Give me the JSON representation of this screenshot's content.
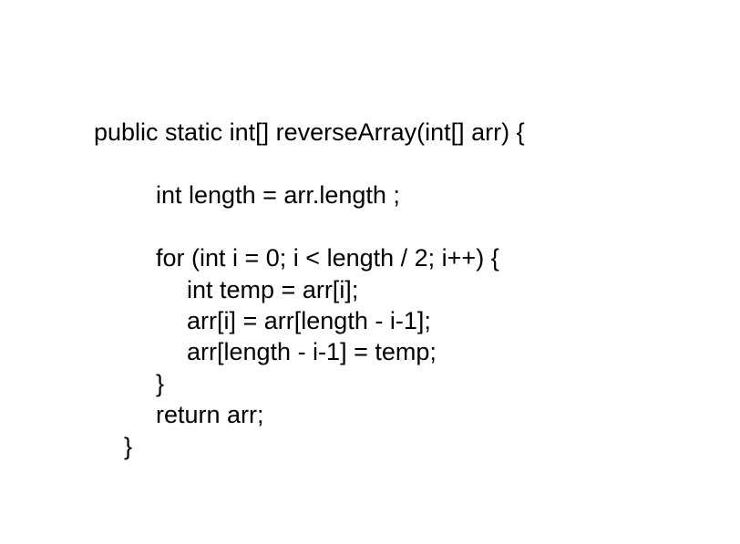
{
  "document": {
    "code_lines": [
      "public static int[] reverseArray(int[] arr) {",
      "int length = arr.length ;",
      "for (int i = 0; i < length / 2; i++) {",
      "int temp = arr[i];",
      "arr[i] = arr[length - i-1];",
      "arr[length - i-1] = temp;",
      "}",
      "return arr;",
      "}"
    ]
  }
}
